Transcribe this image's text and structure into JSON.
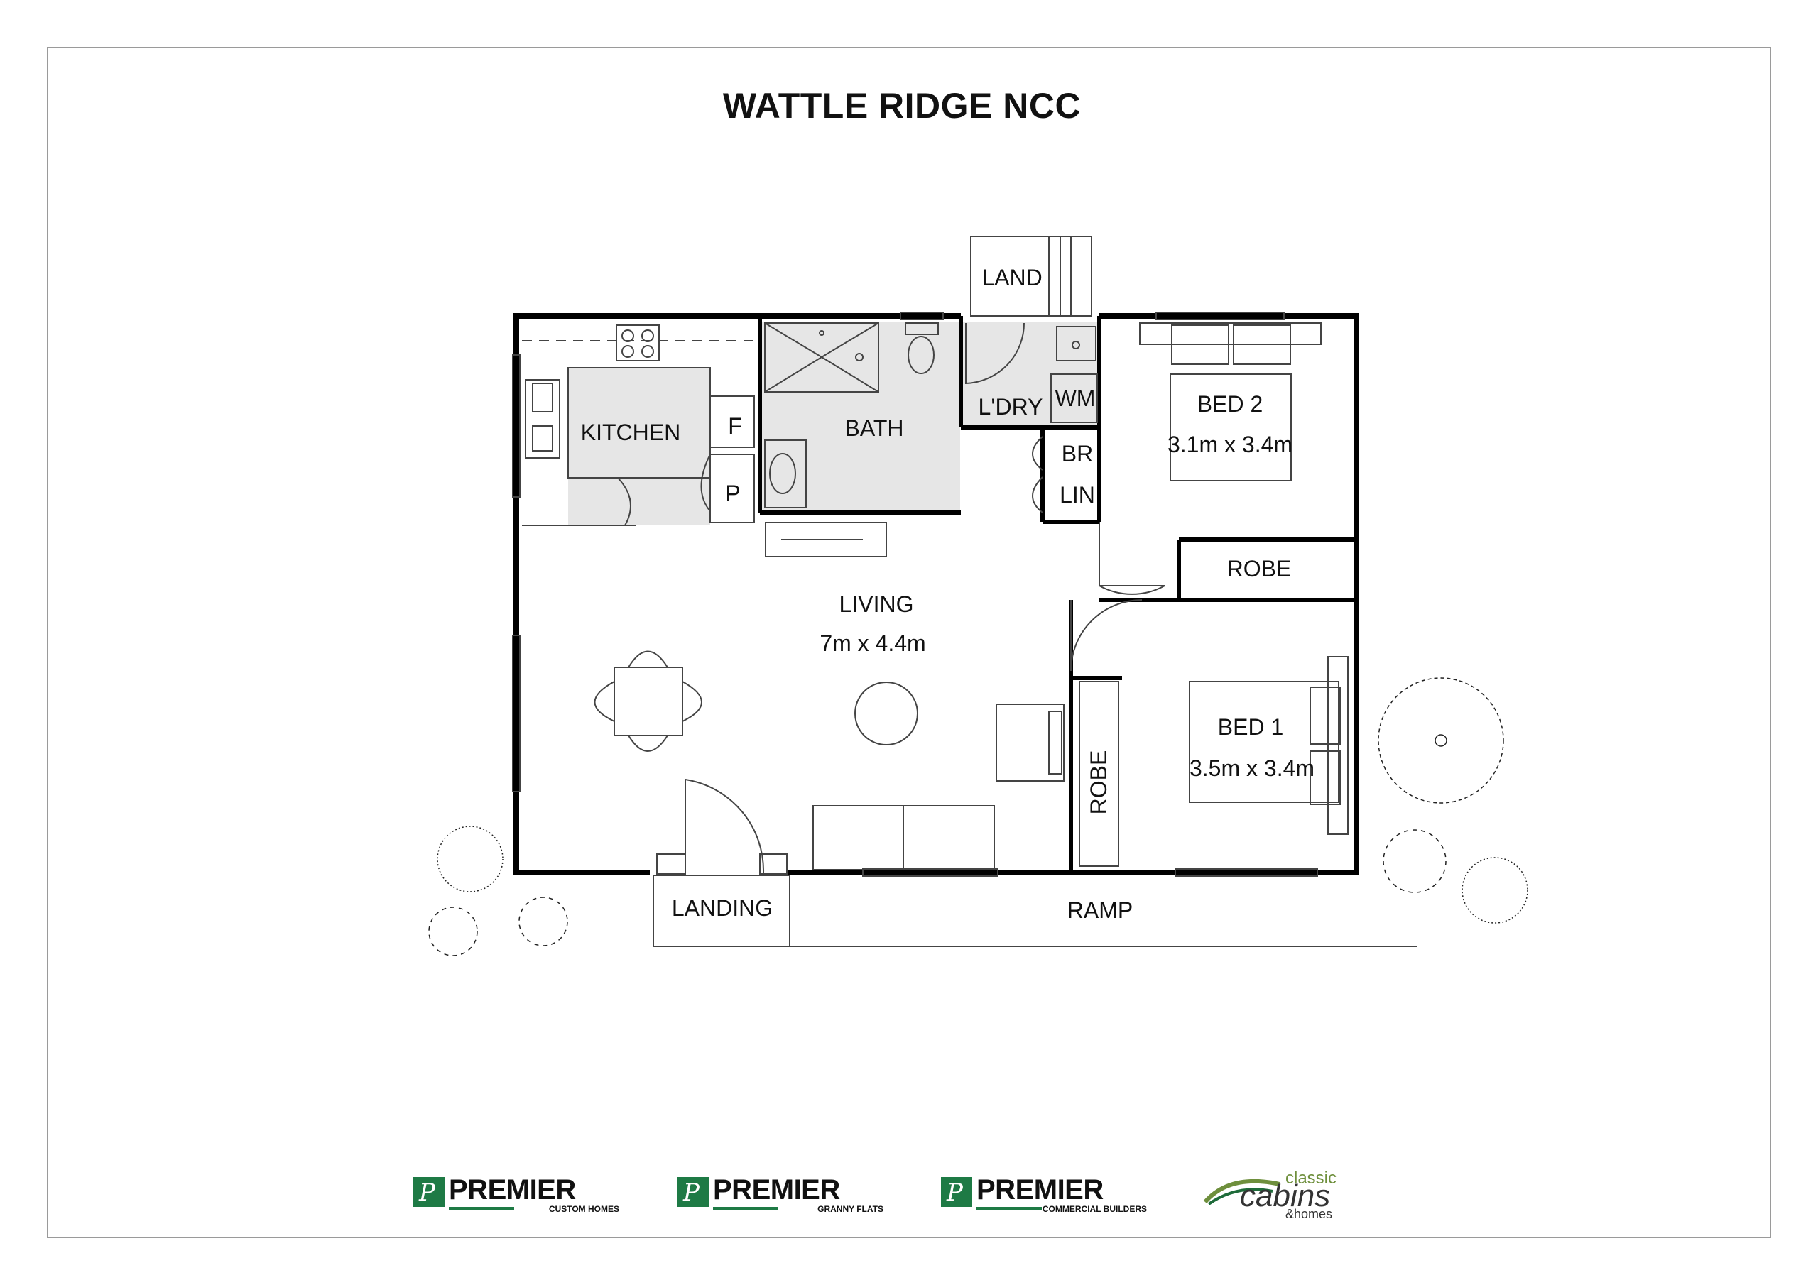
{
  "title": "WATTLE RIDGE NCC",
  "rooms": {
    "land": "LAND",
    "kitchen": "KITCHEN",
    "fridge": "F",
    "pantry": "P",
    "bath": "BATH",
    "laundry": "L'DRY",
    "wm": "WM",
    "br": "BR",
    "lin": "LIN",
    "bed2": "BED 2",
    "bed2_size": "3.1m x 3.4m",
    "robe_bed2": "ROBE",
    "living": "LIVING",
    "living_size": "7m x 4.4m",
    "bed1": "BED 1",
    "bed1_size": "3.5m x 3.4m",
    "robe_bed1": "ROBE",
    "landing": "LANDING",
    "ramp": "RAMP"
  },
  "logos": [
    {
      "mark": "P",
      "word": "PREMIER",
      "sub": "CUSTOM HOMES"
    },
    {
      "mark": "P",
      "word": "PREMIER",
      "sub": "GRANNY FLATS"
    },
    {
      "mark": "P",
      "word": "PREMIER",
      "sub": "COMMERCIAL BUILDERS"
    }
  ],
  "cabins_logo": {
    "line1": "classic",
    "line2": "cabins",
    "line3": "&homes"
  },
  "colors": {
    "brand_green": "#1e7a45",
    "wet_area": "#e6e6e6",
    "wall": "#000000"
  }
}
